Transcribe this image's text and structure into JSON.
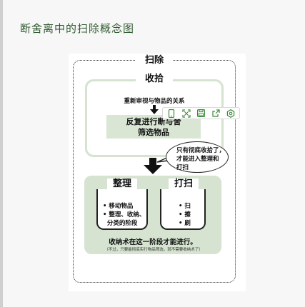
{
  "page": {
    "title": "断舍离中的扫除概念图"
  },
  "diagram": {
    "top_label": "扫除",
    "mid_label": "收拾",
    "sub_text": "重新审视与物品的关系",
    "green_lines": [
      "反复进行断与舍",
      "筛选物品"
    ],
    "bubble_lines": [
      "只有彻底收拾了，",
      "才能进入整理和",
      "打扫"
    ],
    "left_card": {
      "title": "整理",
      "items": [
        "• 移动物品",
        "• 整理、收纳、",
        "  分类的阶段"
      ]
    },
    "right_card": {
      "title": "打扫",
      "items": [
        "• 扫",
        "• 擦",
        "• 刷"
      ]
    },
    "footer_main": "收纳术在这一阶段才能进行。",
    "footer_note": "（不过，只要能彻底实行物品筛选，就不需要收纳术了）"
  },
  "toolbar": {
    "icons": [
      "phone-icon",
      "expand-icon",
      "save-icon",
      "share-icon",
      "settings-icon"
    ]
  },
  "colors": {
    "title_green": "#2f5b2f",
    "panel_green": "#d5e3d0",
    "tool_green": "#3a8a3a"
  }
}
